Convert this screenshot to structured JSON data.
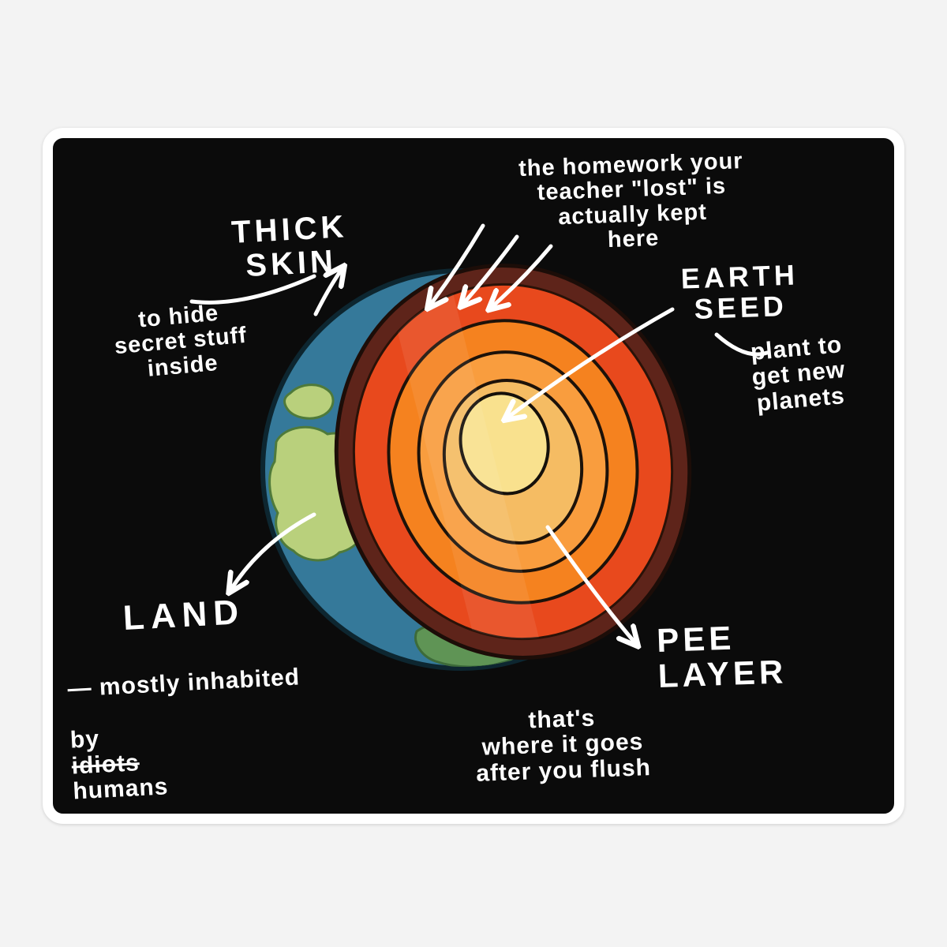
{
  "page": {
    "background": "#f3f3f3",
    "sticker_background": "#0b0b0b",
    "sticker_border": "#ffffff"
  },
  "palette": {
    "ink": "#ffffff",
    "ocean": "#35799a",
    "land_light": "#b9d07c",
    "land_dark": "#5f9455",
    "crust": "#5e241a",
    "mantle_red": "#e8491d",
    "mantle_orange": "#f5821f",
    "mantle_light_orange": "#f99d3e",
    "outer_core": "#f5bc63",
    "inner_core": "#f9e18e"
  },
  "labels": {
    "thick_skin": {
      "title": "THICK\nSKIN",
      "note": "to hide\nsecret stuff\ninside"
    },
    "homework": {
      "note": "the homework your\nteacher \"lost\" is\nactually kept\nhere"
    },
    "earth_seed": {
      "title": "EARTH\nSEED",
      "note": "plant to\nget new\nplanets"
    },
    "land": {
      "title": "LAND",
      "note_line1": "— mostly inhabited",
      "note_by": "by",
      "note_struck": "idiots",
      "note_rest": "humans"
    },
    "pee_layer": {
      "title": "PEE\nLAYER",
      "note": "that's\nwhere it goes\nafter you flush"
    }
  }
}
